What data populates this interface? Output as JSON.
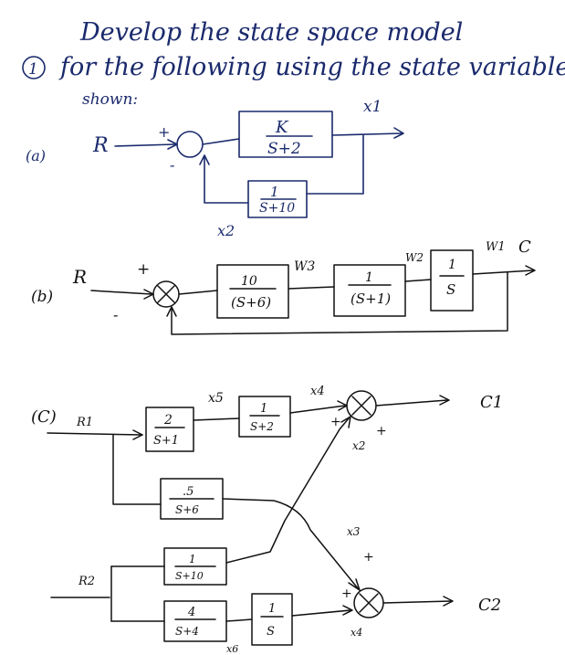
{
  "header": {
    "number": "1",
    "line1": "Develop the state space model",
    "line2": "for the following using the state variable",
    "line3": "shown:"
  },
  "part_a": {
    "label": "(a)",
    "input": "R",
    "plus": "+",
    "minus": "-",
    "fwd_num": "K",
    "fwd_den": "S+2",
    "fb_num": "1",
    "fb_den": "S+10",
    "x1": "x1",
    "x2": "x2"
  },
  "part_b": {
    "label": "(b)",
    "input": "R",
    "plus": "+",
    "minus": "-",
    "b1_num": "10",
    "b1_den": "(S+6)",
    "b2_num": "1",
    "b2_den": "(S+1)",
    "b3_num": "1",
    "b3_den": "S",
    "w3": "W3",
    "w2": "W2",
    "w1": "W1",
    "output": "C"
  },
  "part_c": {
    "label": "(C)",
    "r1": "R1",
    "r2": "R2",
    "c1": "C1",
    "c2": "C2",
    "b1_num": "2",
    "b1_den": "S+1",
    "b2_num": "1",
    "b2_den": "S+2",
    "b3_num": ".5",
    "b3_den": "S+6",
    "b4_num": "1",
    "b4_den": "S+10",
    "b5_num": "4",
    "b5_den": "S+4",
    "b6_num": "1",
    "b6_den": "S",
    "x5": "x5",
    "x4": "x4",
    "x2": "x2",
    "x3": "x3",
    "x6": "x6",
    "x4b": "x4",
    "plus": "+"
  }
}
